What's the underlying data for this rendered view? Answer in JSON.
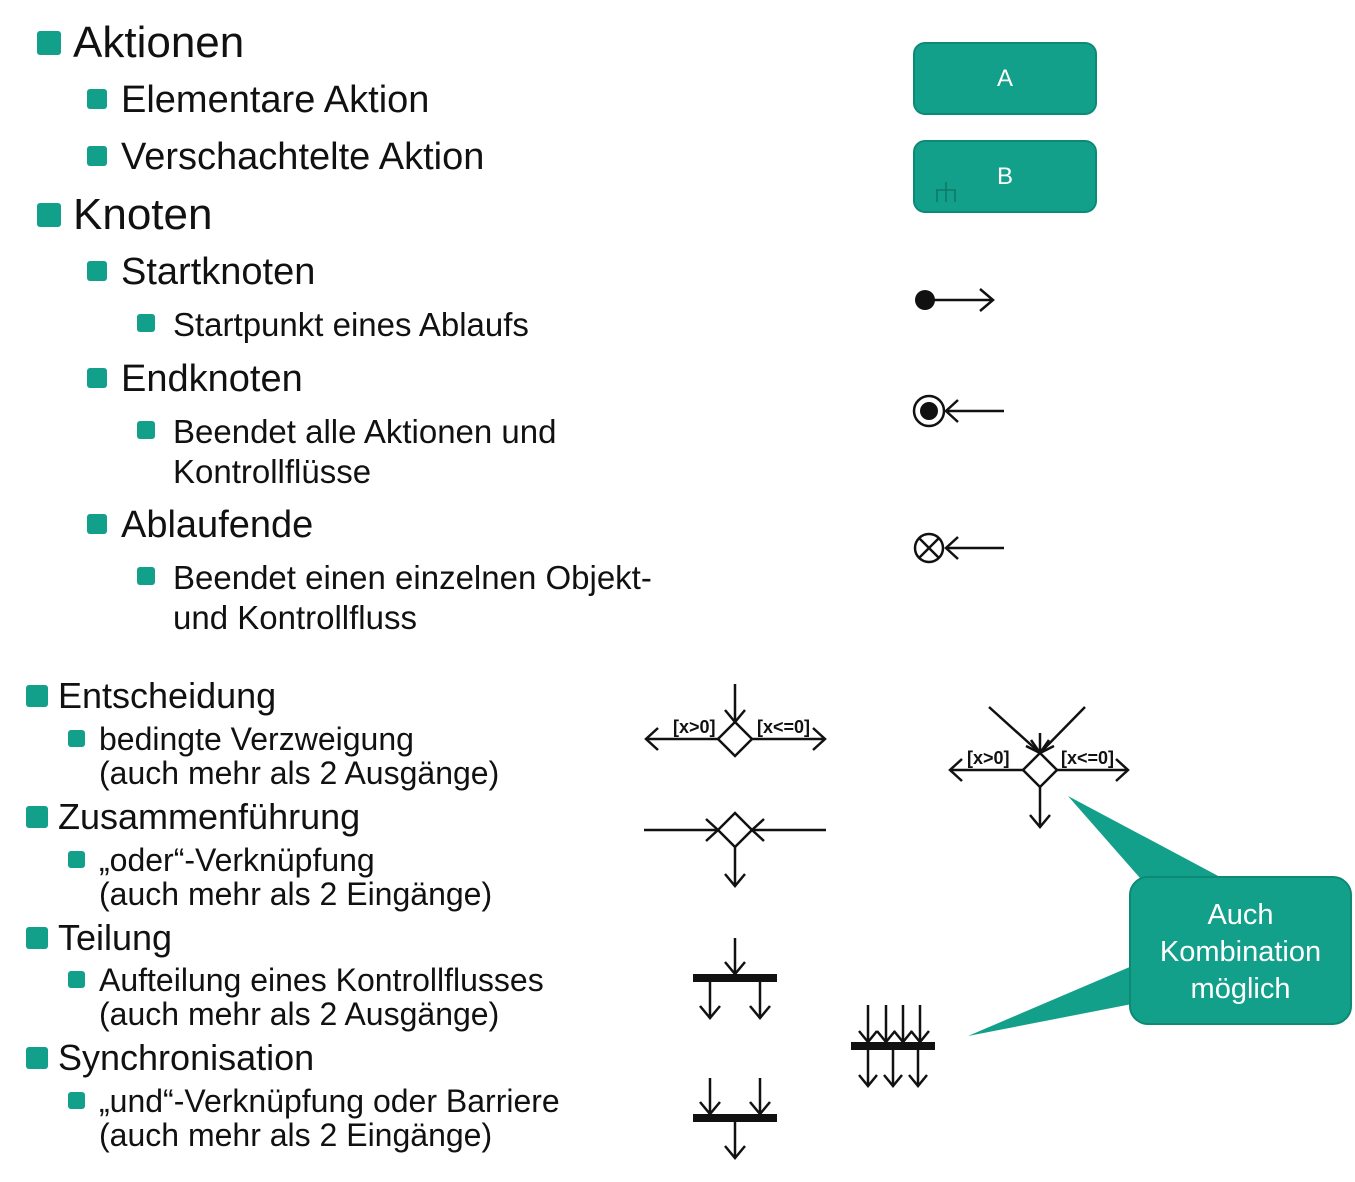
{
  "list_top": {
    "aktionen": "Aktionen",
    "elementare": "Elementare Aktion",
    "verschachtelte": "Verschachtelte Aktion",
    "knoten": "Knoten",
    "startknoten": "Startknoten",
    "startpunkt": "Startpunkt eines Ablaufs",
    "endknoten": "Endknoten",
    "beendet_alle_1": "Beendet alle Aktionen und",
    "beendet_alle_2": "Kontrollflüsse",
    "ablaufende": "Ablaufende",
    "beendet_einen_1": "Beendet einen einzelnen Objekt-",
    "beendet_einen_2": "und Kontrollfluss"
  },
  "list_bottom": {
    "entscheidung": "Entscheidung",
    "bedingte_1": "bedingte Verzweigung",
    "bedingte_2": "(auch mehr als 2 Ausgänge)",
    "zusammenfuehrung": "Zusammenführung",
    "oder_1": "„oder“-Verknüpfung",
    "oder_2": "(auch mehr als 2 Eingänge)",
    "teilung": "Teilung",
    "aufteilung_1": "Aufteilung eines Kontrollflusses",
    "aufteilung_2": "(auch mehr als 2 Ausgänge)",
    "synchronisation": "Synchronisation",
    "und_1": "„und“-Verknüpfung oder Barriere",
    "und_2": "(auch mehr als 2 Eingänge)"
  },
  "symbols": {
    "action_a": "A",
    "action_b": "B",
    "guard_left": "[x>0]",
    "guard_right": "[x<=0]",
    "guard_left_combo": "[x>0]",
    "guard_right_combo": "[x<=0]"
  },
  "callout": {
    "line1": "Auch",
    "line2": "Kombination",
    "line3": "möglich"
  },
  "colors": {
    "accent": "#12a08a",
    "accent_border": "#0d8a76",
    "text": "#111111"
  }
}
